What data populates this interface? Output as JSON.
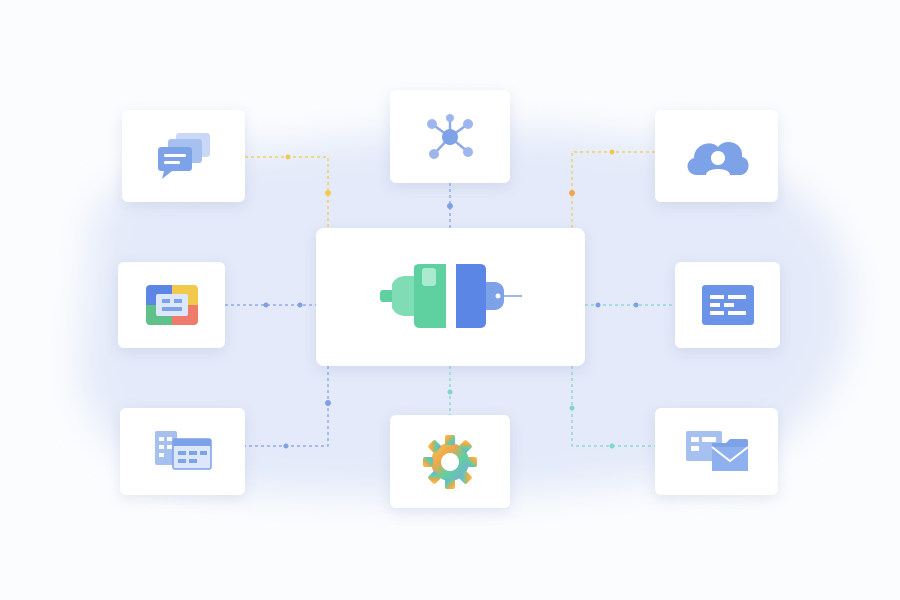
{
  "colors": {
    "background": "#fbfcfe",
    "blob": "#dfe8f8",
    "connector_blue": "#7f9fe6",
    "connector_yellow": "#f2c94c",
    "connector_orange": "#f0a64a",
    "connector_teal": "#7fd6c9",
    "plug_green": "#5fd0a0",
    "plug_blue": "#5b86e5"
  },
  "nodes": [
    {
      "id": "chat",
      "icon": "chat-bubbles-icon"
    },
    {
      "id": "network",
      "icon": "network-hub-icon"
    },
    {
      "id": "cloud-user",
      "icon": "cloud-user-icon"
    },
    {
      "id": "app",
      "icon": "app-window-icon"
    },
    {
      "id": "hub",
      "icon": "plug-connector-icon"
    },
    {
      "id": "table",
      "icon": "table-list-icon"
    },
    {
      "id": "spreadsheet",
      "icon": "spreadsheet-icon"
    },
    {
      "id": "settings",
      "icon": "gear-icon"
    },
    {
      "id": "mail",
      "icon": "mail-folder-icon"
    }
  ]
}
